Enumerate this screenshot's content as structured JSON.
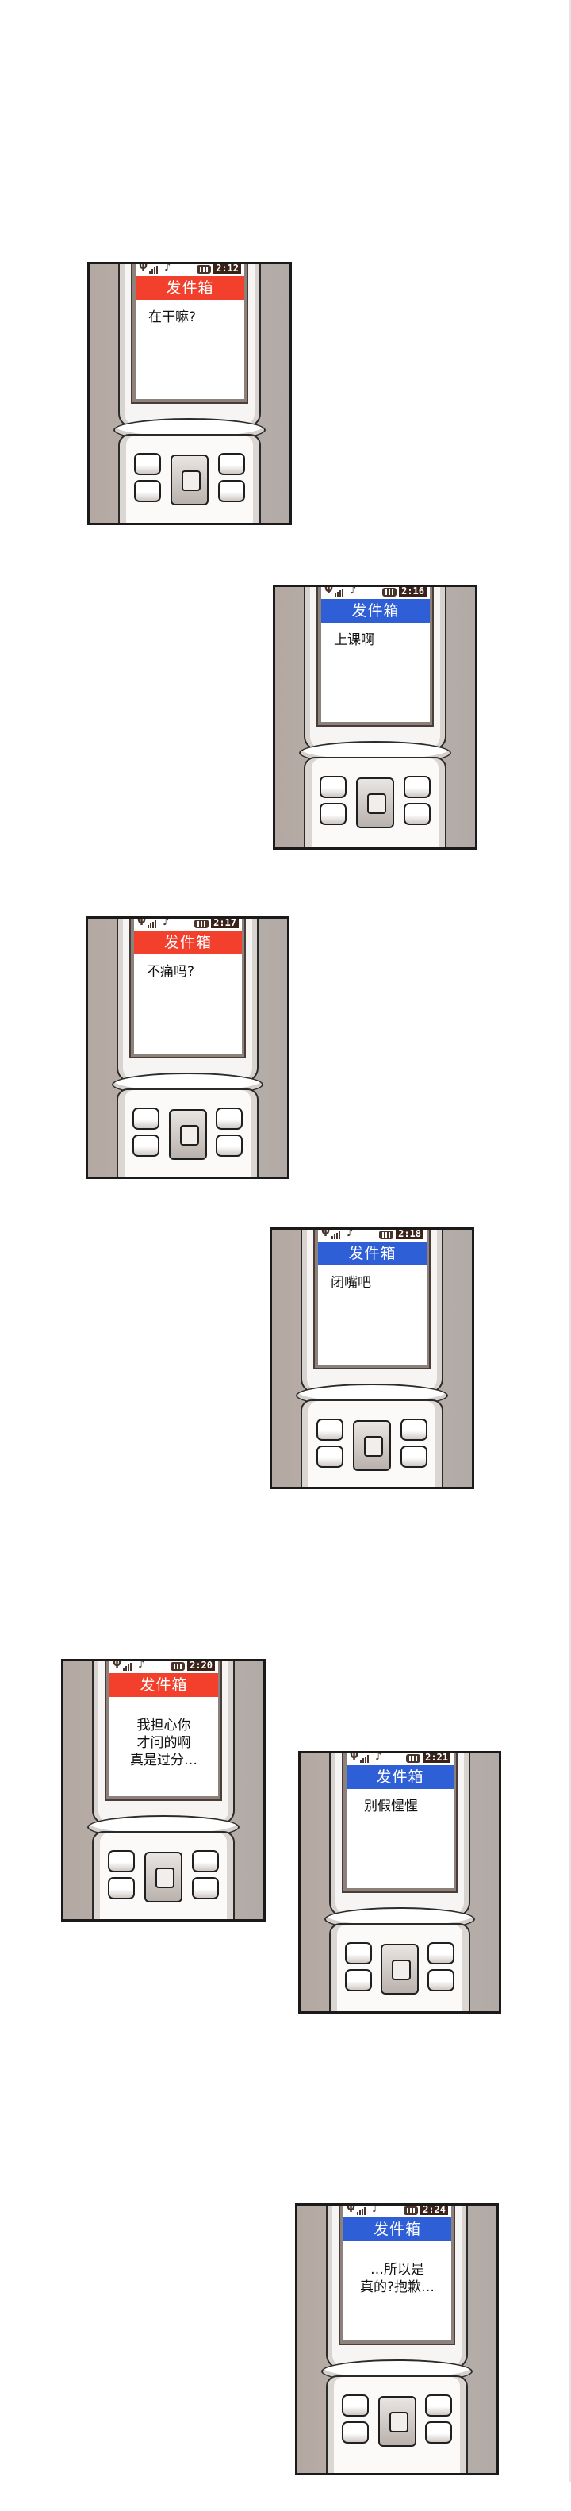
{
  "comic": {
    "header_label": "发件箱",
    "colors": {
      "panel_border": "#1a1a1a",
      "panel_background": "#b6aca6",
      "sent_red": "#f2402c",
      "reply_blue": "#2f5fd6",
      "clock_bg": "#3a2218"
    },
    "panels": [
      {
        "side": "left",
        "header_color": "red",
        "time": "2:12",
        "message": "在干嘛?"
      },
      {
        "side": "right",
        "header_color": "blue",
        "time": "2:16",
        "message": "上课啊"
      },
      {
        "side": "left",
        "header_color": "red",
        "time": "2:17",
        "message": "不痛吗?"
      },
      {
        "side": "right",
        "header_color": "blue",
        "time": "2:18",
        "message": "闭嘴吧"
      },
      {
        "side": "left",
        "header_color": "red",
        "time": "2:20",
        "message": "我担心你\n才问的啊\n真是过分…"
      },
      {
        "side": "right",
        "header_color": "blue",
        "time": "2:21",
        "message": "别假惺惺"
      },
      {
        "side": "right",
        "header_color": "blue",
        "time": "2:24",
        "message": "…所以是\n真的?抱歉…"
      }
    ],
    "icons": {
      "antenna": "Ψ",
      "music_note": "♪"
    }
  }
}
